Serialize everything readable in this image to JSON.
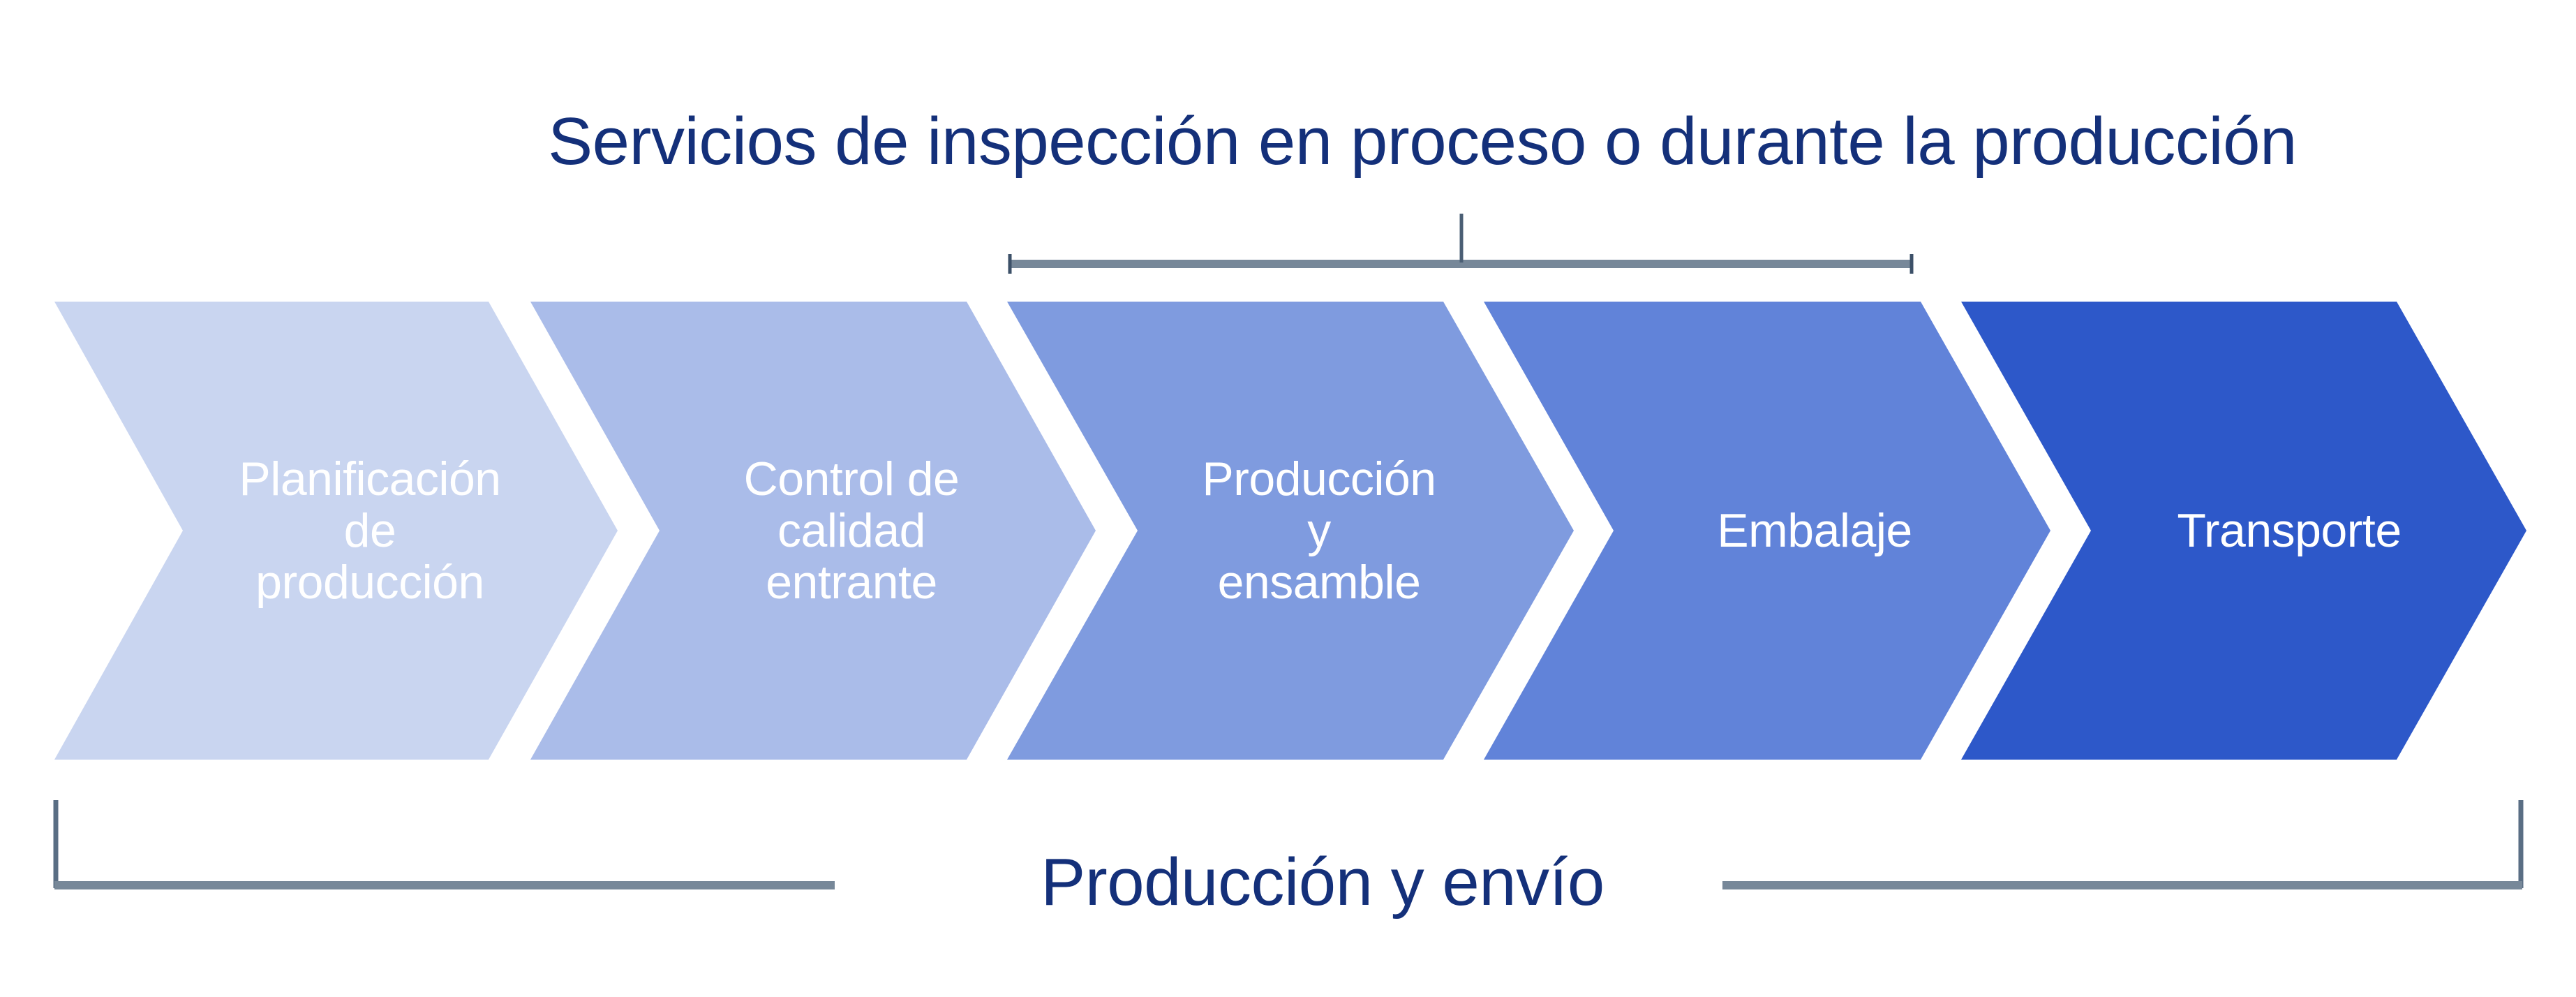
{
  "title": "Servicios de inspección en proceso o durante la producción",
  "bottom_label": "Producción y envío",
  "colors": {
    "title_text": "#14307A",
    "bracket": "#778899",
    "step_text": "#FFFFFF",
    "background": "#FFFFFF"
  },
  "steps": [
    {
      "lines": [
        "Planificación",
        "de",
        "producción"
      ],
      "color": "#C9D5F0"
    },
    {
      "lines": [
        "Control de",
        "calidad",
        "entrante"
      ],
      "color": "#AABCE9"
    },
    {
      "lines": [
        "Producción",
        "y",
        "ensamble"
      ],
      "color": "#7F9BDF"
    },
    {
      "lines": [
        "Embalaje"
      ],
      "color": "#6183D9"
    },
    {
      "lines": [
        "Transporte"
      ],
      "color": "#2D58C9"
    }
  ],
  "top_bracket": {
    "label_ref": "title",
    "spans_steps": [
      "Producción y ensamble",
      "Embalaje"
    ]
  },
  "bottom_bracket": {
    "label_ref": "bottom_label",
    "spans_steps": [
      "Planificación de producción",
      "Control de calidad entrante",
      "Producción y ensamble",
      "Embalaje",
      "Transporte"
    ]
  }
}
